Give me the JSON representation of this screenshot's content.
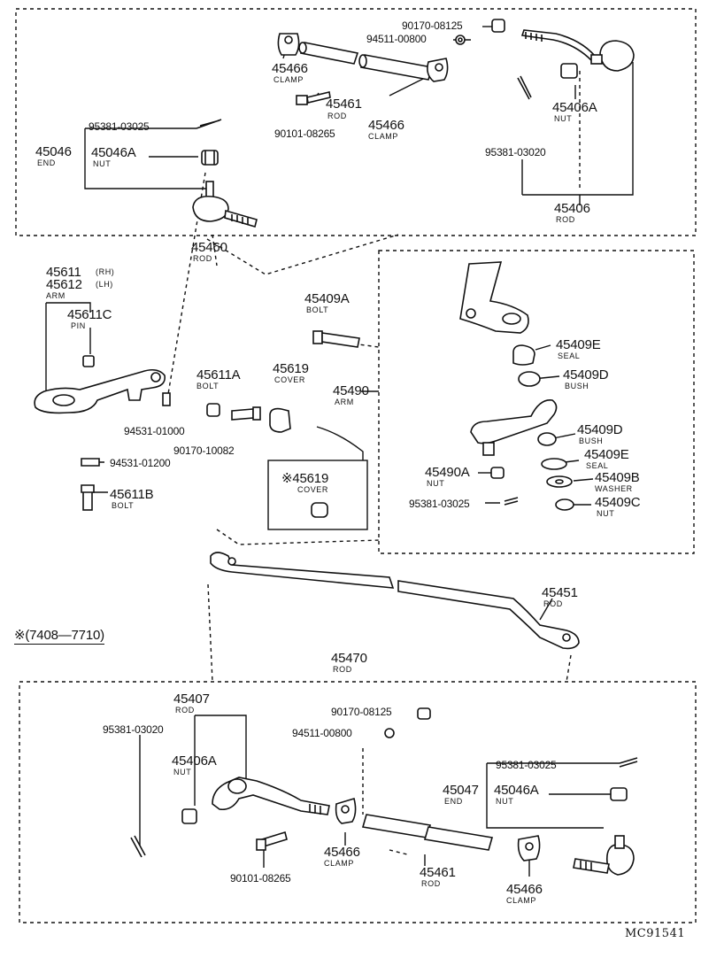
{
  "labels": {
    "p90170_08125_top": "90170-08125",
    "p94511_00800_top": "94511-00800",
    "p45466_tl": "45466",
    "clamp_tl": "CLAMP",
    "p45461_top": "45461",
    "rod_top": "ROD",
    "p45466_tc": "45466",
    "clamp_tc": "CLAMP",
    "p90101_08265_top": "90101-08265",
    "p45406A_top": "45406A",
    "nut_top_r": "NUT",
    "p95381_03020_top": "95381-03020",
    "p45406_top": "45406",
    "rod_45406": "ROD",
    "p95381_03025_top": "95381-03025",
    "p45046": "45046",
    "end_top": "END",
    "p45046A_top": "45046A",
    "nut_top_l": "NUT",
    "p45460": "45460",
    "rod_45460": "ROD",
    "p45611": "45611",
    "rh": "(RH)",
    "p45612": "45612",
    "lh": "(LH)",
    "arm_idler": "ARM",
    "p45611C": "45611C",
    "pin": "PIN",
    "p45409A": "45409A",
    "bolt_45409A": "BOLT",
    "p45611A": "45611A",
    "bolt_45611A": "BOLT",
    "p45619": "45619",
    "cover_45619": "COVER",
    "p45490": "45490",
    "arm_45490": "ARM",
    "p45409E_top": "45409E",
    "seal_top": "SEAL",
    "p45409D_top": "45409D",
    "bush_top": "BUSH",
    "p45409D_mid": "45409D",
    "bush_mid": "BUSH",
    "p45409E_mid": "45409E",
    "seal_mid": "SEAL",
    "p45490A": "45490A",
    "nut_45490A": "NUT",
    "p45409B": "45409B",
    "washer": "WASHER",
    "p45409C": "45409C",
    "nut_45409C": "NUT",
    "p95381_03025_mid": "95381-03025",
    "p94531_01000": "94531-01000",
    "p94531_01200": "94531-01200",
    "p45611B": "45611B",
    "bolt_45611B": "BOLT",
    "p90170_10082": "90170-10082",
    "p45619_alt": "※45619",
    "cover_alt": "COVER",
    "p45451": "45451",
    "rod_45451": "ROD",
    "date_range": "※(7408—7710)",
    "p45470": "45470",
    "rod_45470": "ROD",
    "p45407": "45407",
    "rod_45407": "ROD",
    "p95381_03020_bot": "95381-03020",
    "p45406A_bot": "45406A",
    "nut_bot_l": "NUT",
    "p90170_08125_bot": "90170-08125",
    "p94511_00800_bot": "94511-00800",
    "p95381_03025_bot": "95381-03025",
    "p45047": "45047",
    "end_bot": "END",
    "p45046A_bot": "45046A",
    "nut_bot_r": "NUT",
    "p45466_bl": "45466",
    "clamp_bl": "CLAMP",
    "p45461_bot": "45461",
    "rod_bot": "ROD",
    "p45466_br": "45466",
    "clamp_br": "CLAMP",
    "p90101_08265_bot": "90101-08265",
    "doc_code": "MC91541"
  }
}
